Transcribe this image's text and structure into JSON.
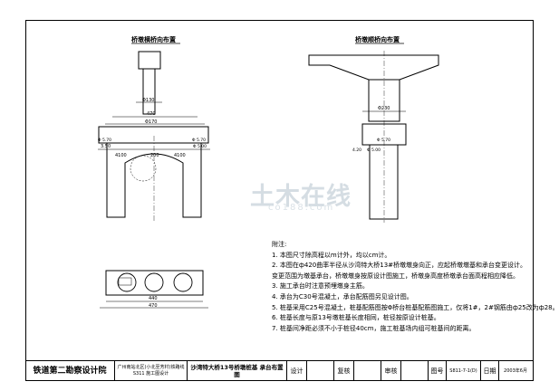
{
  "drawing": {
    "left_view_title": "桥墩横桥向布置",
    "right_view_title": "桥墩顺桥向布置",
    "left_dims": {
      "d1": "Φ130",
      "d2": "470",
      "d3": "Φ170",
      "d4": "Φ 5.70",
      "d5": "Φ 5.70",
      "d6": "3.50",
      "d7": "4100",
      "d8": "200",
      "d9": "4100",
      "d10": "Φ 5.00"
    },
    "right_dims": {
      "d1": "Φ230",
      "d2": "Φ 5.70",
      "d3": "4.20",
      "d4": "Φ 5.00"
    },
    "plan_dims": {
      "d1": "440",
      "d2": "470"
    }
  },
  "watermark": {
    "main": "土木在线",
    "sub": "co188.com"
  },
  "notes": {
    "title": "附注:",
    "lines": [
      "1. 本图尺寸除高程以m计外，均以cm计。",
      "2. 本图在ф420曲率半径从沙湾特大桥13#桥墩墩身向正，应起桥墩墩基和承台变更设计。",
      "   变更范围为墩基承台，桥墩墩身按原设计图施工，桥墩身高度桥墩承台面高程相应降低。",
      "3. 施工承台时注意预埋墩身主筋。",
      "4. 承台为C30号混凝土，承台配筋图另见设计图。",
      "5. 桩基采用C25号混凝土，桩基配筋图按Φ桥台桩基配筋图施工，仅将1#，2#钢筋由ф25改为ф28。",
      "6. 桩基长度与原13号墩桩基长度相同，桩径按原设计桩基。",
      "7. 桩基间净距必须不小于桩径40cm，施工桩基场内组可桩基间的距离。"
    ]
  },
  "title_block": {
    "institute": "铁道第二勘察设计院",
    "project_line1": "广州南站北区(小北至芳村)铁路线",
    "project_line2": "S311    施工图设计",
    "drawing_title": "沙湾特大桥13号桥墩桩基 承台布置图",
    "design_label": "设计",
    "review_label": "复核",
    "check_label": "审核",
    "drawing_no_label": "图号",
    "drawing_no": "S811-7-1(D)",
    "date_label": "日期",
    "date": "2003年6月"
  }
}
